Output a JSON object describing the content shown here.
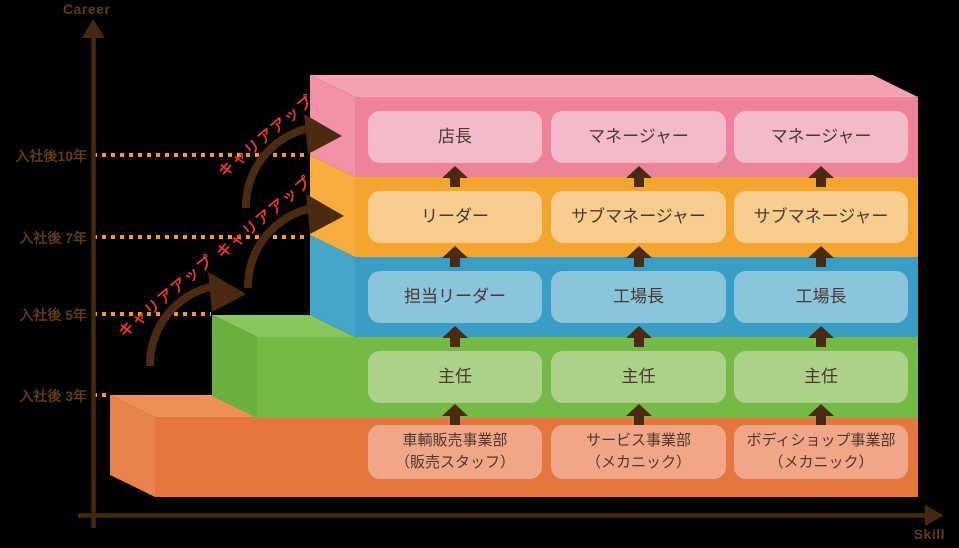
{
  "axes": {
    "y_label": "Career",
    "x_label": "Skill",
    "y_ticks": [
      "入社後10年",
      "入社後 7年",
      "入社後 5年",
      "入社後 3年"
    ]
  },
  "career_up_label": "キャリアアップ",
  "columns": [
    {
      "department": "車輌販売事業部",
      "department_sub": "（販売スタッフ）",
      "levels": {
        "y3": "主任",
        "y5": "担当リーダー",
        "y7": "リーダー",
        "y10": "店長"
      }
    },
    {
      "department": "サービス事業部",
      "department_sub": "（メカニック）",
      "levels": {
        "y3": "主任",
        "y5": "工場長",
        "y7": "サブマネージャー",
        "y10": "マネージャー"
      }
    },
    {
      "department": "ボディショップ事業部",
      "department_sub": "（メカニック）",
      "levels": {
        "y3": "主任",
        "y5": "工場長",
        "y7": "サブマネージャー",
        "y10": "マネージャー"
      }
    }
  ],
  "colors": {
    "background": "#000000",
    "axis_brown": "#45290f",
    "label_brown": "#5e3a17",
    "career_up_red": "#e83b2d",
    "arrow_brown": "#4a2a11",
    "dotted_orange": "#f29b29",
    "box_text": "#4a392c",
    "layers": {
      "pink": {
        "front": "#ee8298",
        "top": "#f4a2b2",
        "side": "#f192a5",
        "box": "#f3bbc7"
      },
      "yellow": {
        "front": "#f4a52e",
        "side": "#f8ae3e",
        "box": "#f8cd8e"
      },
      "blue": {
        "front": "#399ec4",
        "side": "#47a5c7",
        "box": "#8ac4dd"
      },
      "green": {
        "front": "#75ba47",
        "top": "#87c65c",
        "side": "#6ab03e",
        "box": "#acd289"
      },
      "orange": {
        "front": "#e5763f",
        "top": "#ef9156",
        "side": "#e8834b",
        "box": "#f1a787"
      }
    }
  }
}
